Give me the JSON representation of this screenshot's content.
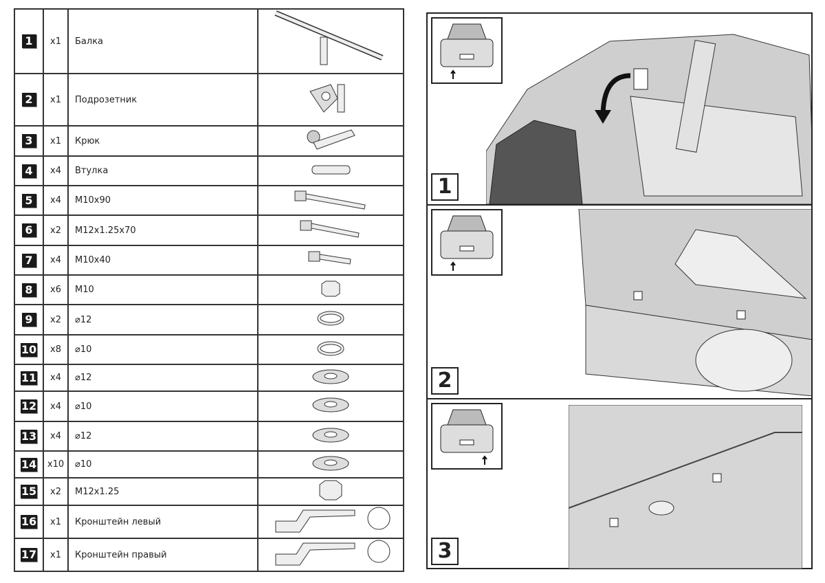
{
  "parts": [
    {
      "num": "1",
      "qty": "x1",
      "name": "Балка",
      "icon": "beam"
    },
    {
      "num": "2",
      "qty": "x1",
      "name": "Подрозетник",
      "icon": "socket-bracket"
    },
    {
      "num": "3",
      "qty": "x1",
      "name": "Крюк",
      "icon": "hook"
    },
    {
      "num": "4",
      "qty": "x4",
      "name": "Втулка",
      "icon": "sleeve"
    },
    {
      "num": "5",
      "qty": "x4",
      "name": "M10x90",
      "icon": "bolt-long"
    },
    {
      "num": "6",
      "qty": "x2",
      "name": "M12x1.25x70",
      "icon": "bolt-medium"
    },
    {
      "num": "7",
      "qty": "x4",
      "name": "M10x40",
      "icon": "bolt-short"
    },
    {
      "num": "8",
      "qty": "x6",
      "name": "M10",
      "icon": "nut"
    },
    {
      "num": "9",
      "qty": "x2",
      "name": "⌀12",
      "icon": "spring-washer"
    },
    {
      "num": "10",
      "qty": "x8",
      "name": "⌀10",
      "icon": "spring-washer"
    },
    {
      "num": "11",
      "qty": "x4",
      "name": "⌀12",
      "icon": "washer"
    },
    {
      "num": "12",
      "qty": "x4",
      "name": "⌀10",
      "icon": "washer"
    },
    {
      "num": "13",
      "qty": "x4",
      "name": "⌀12",
      "icon": "washer"
    },
    {
      "num": "14",
      "qty": "x10",
      "name": "⌀10",
      "icon": "washer"
    },
    {
      "num": "15",
      "qty": "x2",
      "name": "M12x1.25",
      "icon": "nut-large"
    },
    {
      "num": "16",
      "qty": "x1",
      "name": "Кронштейн левый",
      "icon": "bracket"
    },
    {
      "num": "17",
      "qty": "x1",
      "name": "Кронштейн правый",
      "icon": "bracket"
    }
  ],
  "steps": [
    {
      "number": "1"
    },
    {
      "number": "2"
    },
    {
      "number": "3"
    }
  ]
}
